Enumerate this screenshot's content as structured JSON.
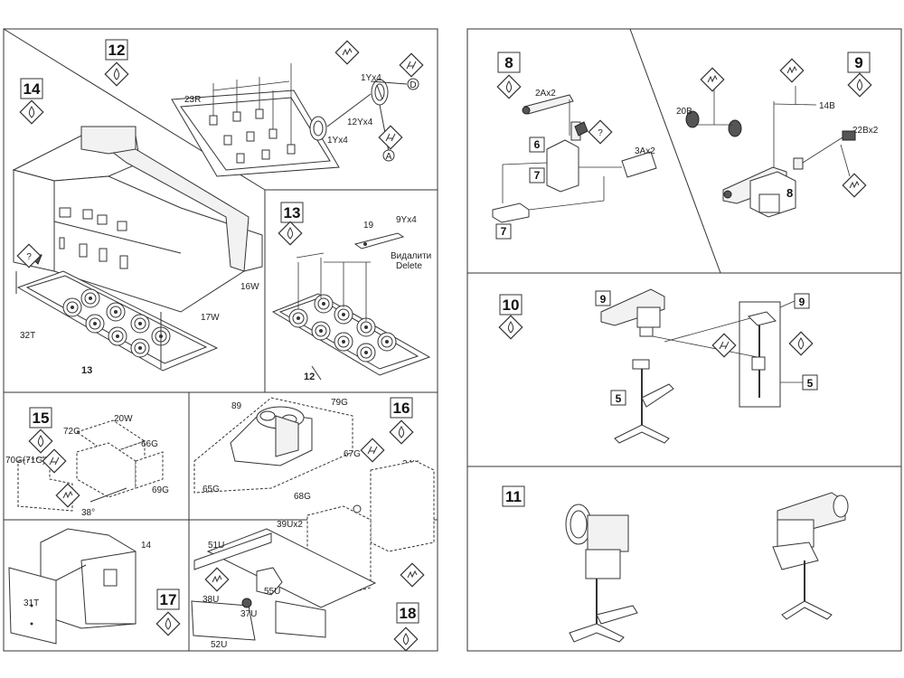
{
  "steps": [
    {
      "n": "12",
      "labels": [
        "23R",
        "1Yx4",
        "12Yx4",
        "1Yx4"
      ]
    },
    {
      "n": "14",
      "labels": [
        "16W",
        "17W",
        "32T",
        "13"
      ]
    },
    {
      "n": "13",
      "labels": [
        "19",
        "9Yx4",
        "Видалити",
        "Delete",
        "12"
      ]
    },
    {
      "n": "15",
      "labels": [
        "72G",
        "20W",
        "66G",
        "70G(71G)",
        "69G",
        "38°"
      ]
    },
    {
      "n": "16",
      "labels": [
        "89",
        "79G",
        "65G",
        "67G",
        "68G",
        "34U"
      ]
    },
    {
      "n": "17",
      "labels": [
        "14",
        "31T"
      ]
    },
    {
      "n": "18",
      "labels": [
        "39Ux2",
        "51U",
        "55U",
        "38U",
        "37U",
        "52U"
      ]
    },
    {
      "n": "8",
      "labels": [
        "2Ax2",
        "6",
        "7",
        "3Ax2",
        "7"
      ]
    },
    {
      "n": "9",
      "labels": [
        "20B",
        "14B",
        "22Bx2",
        "8"
      ]
    },
    {
      "n": "10",
      "labels": [
        "9",
        "9",
        "5",
        "5"
      ]
    },
    {
      "n": "11",
      "labels": []
    }
  ],
  "markers": {
    "a": "A",
    "d": "D",
    "q": "?"
  },
  "colors": {
    "line": "#333333",
    "paper": "#ffffff"
  },
  "icons": [
    "glue-drop-icon",
    "snip-icon",
    "paint-icon",
    "question-icon"
  ]
}
